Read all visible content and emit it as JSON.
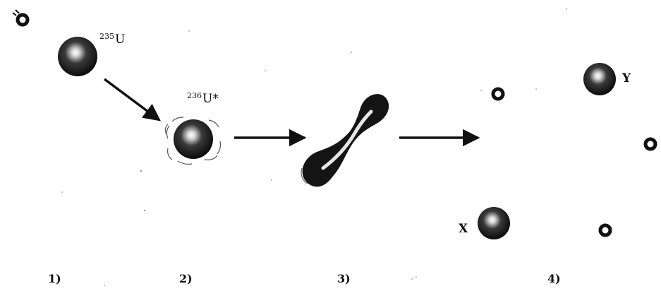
{
  "nuclei": {
    "u235": {
      "mass": "235",
      "symbol": "U"
    },
    "u236": {
      "mass": "236",
      "symbol": "U*"
    }
  },
  "fragments": {
    "x": "X",
    "y": "Y"
  },
  "steps": [
    "1)",
    "2)",
    "3)",
    "4)"
  ]
}
